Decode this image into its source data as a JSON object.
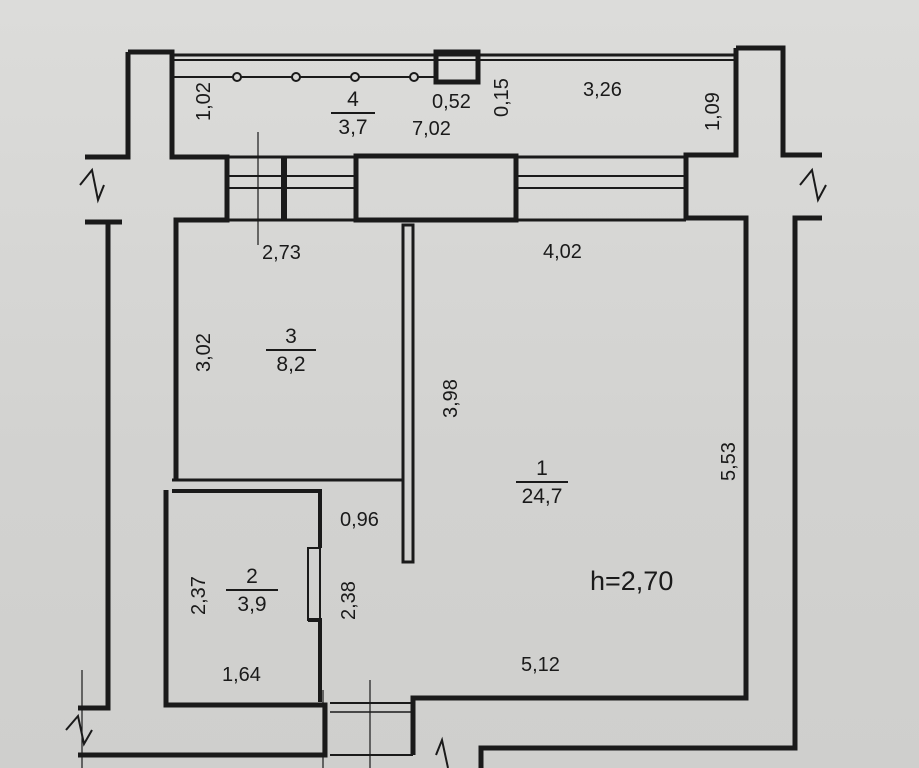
{
  "rooms": [
    {
      "number": "1",
      "area": "24,7"
    },
    {
      "number": "2",
      "area": "3,9"
    },
    {
      "number": "3",
      "area": "8,2"
    },
    {
      "number": "4",
      "area": "3,7"
    }
  ],
  "dimensions": {
    "d102": "1,02",
    "d052": "0,52",
    "d015": "0,15",
    "d326": "3,26",
    "d109": "1,09",
    "d702": "7,02",
    "d273": "2,73",
    "d402": "4,02",
    "d302": "3,02",
    "d398": "3,98",
    "d553": "5,53",
    "d096": "0,96",
    "d237": "2,37",
    "d238": "2,38",
    "d164": "1,64",
    "d512": "5,12"
  },
  "ceiling_height": "h=2,70",
  "colors": {
    "wall": "#1a1a1a",
    "background": "#d4d4d2"
  }
}
